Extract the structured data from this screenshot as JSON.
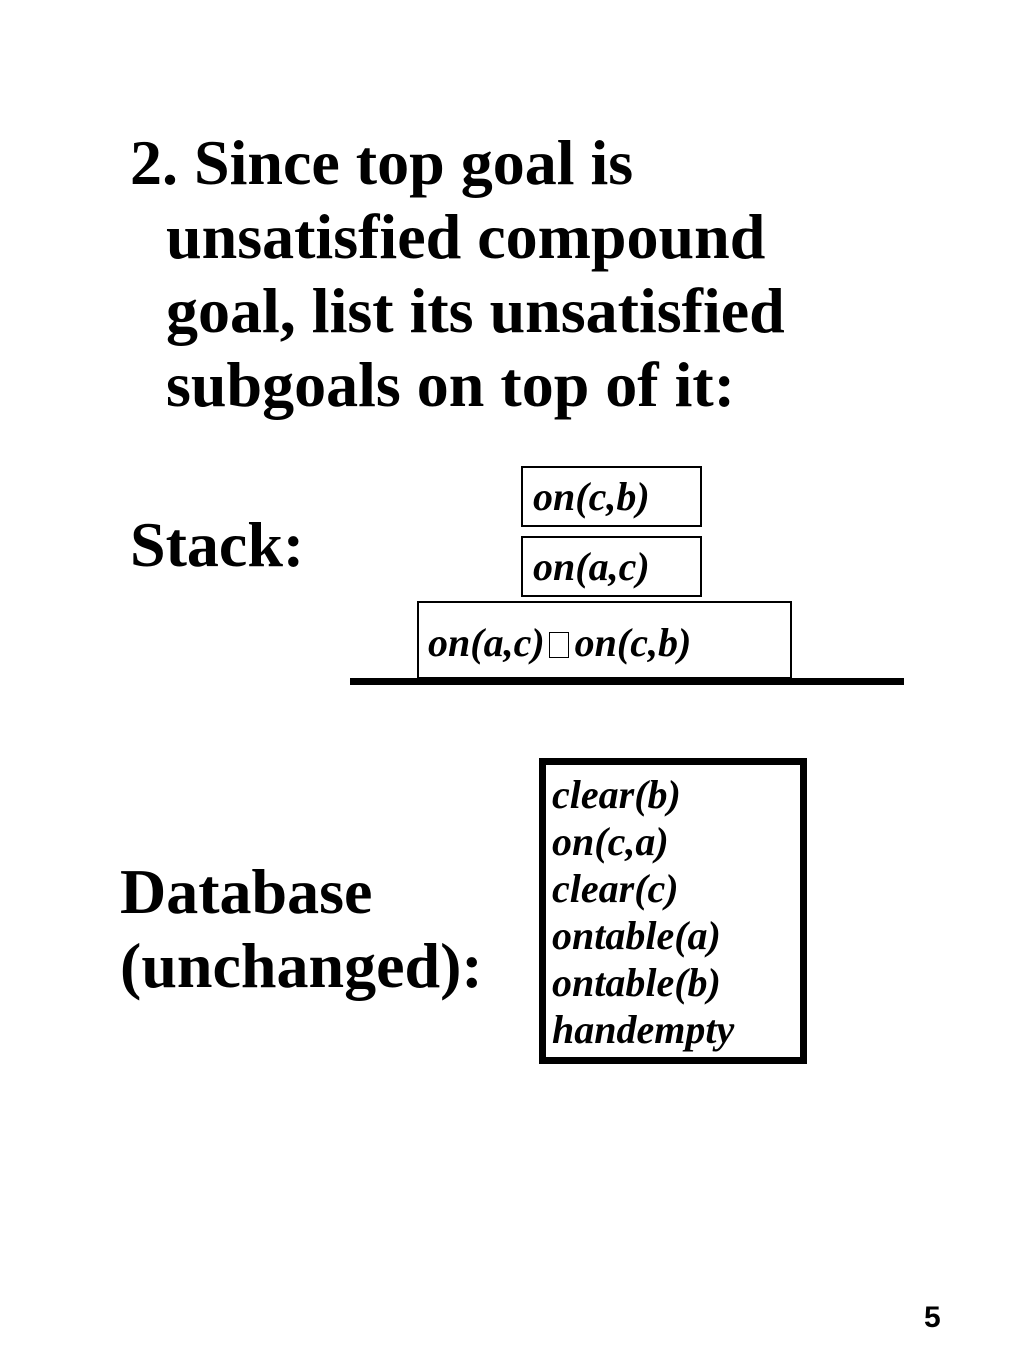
{
  "heading": {
    "lines": [
      "2. Since top goal is",
      "unsatisfied compound",
      "goal, list its unsatisfied",
      "subgoals on top of it:"
    ]
  },
  "stack": {
    "label": "Stack:",
    "items": [
      "on(c,b)",
      "on(a,c)"
    ],
    "base": {
      "left": "on(a,c)",
      "right": "on(c,b)"
    }
  },
  "database": {
    "label_line1": "Database",
    "label_line2": "(unchanged):",
    "items": [
      "clear(b)",
      "on(c,a)",
      "clear(c)",
      "ontable(a)",
      "ontable(b)",
      "handempty"
    ]
  },
  "page_number": "5"
}
